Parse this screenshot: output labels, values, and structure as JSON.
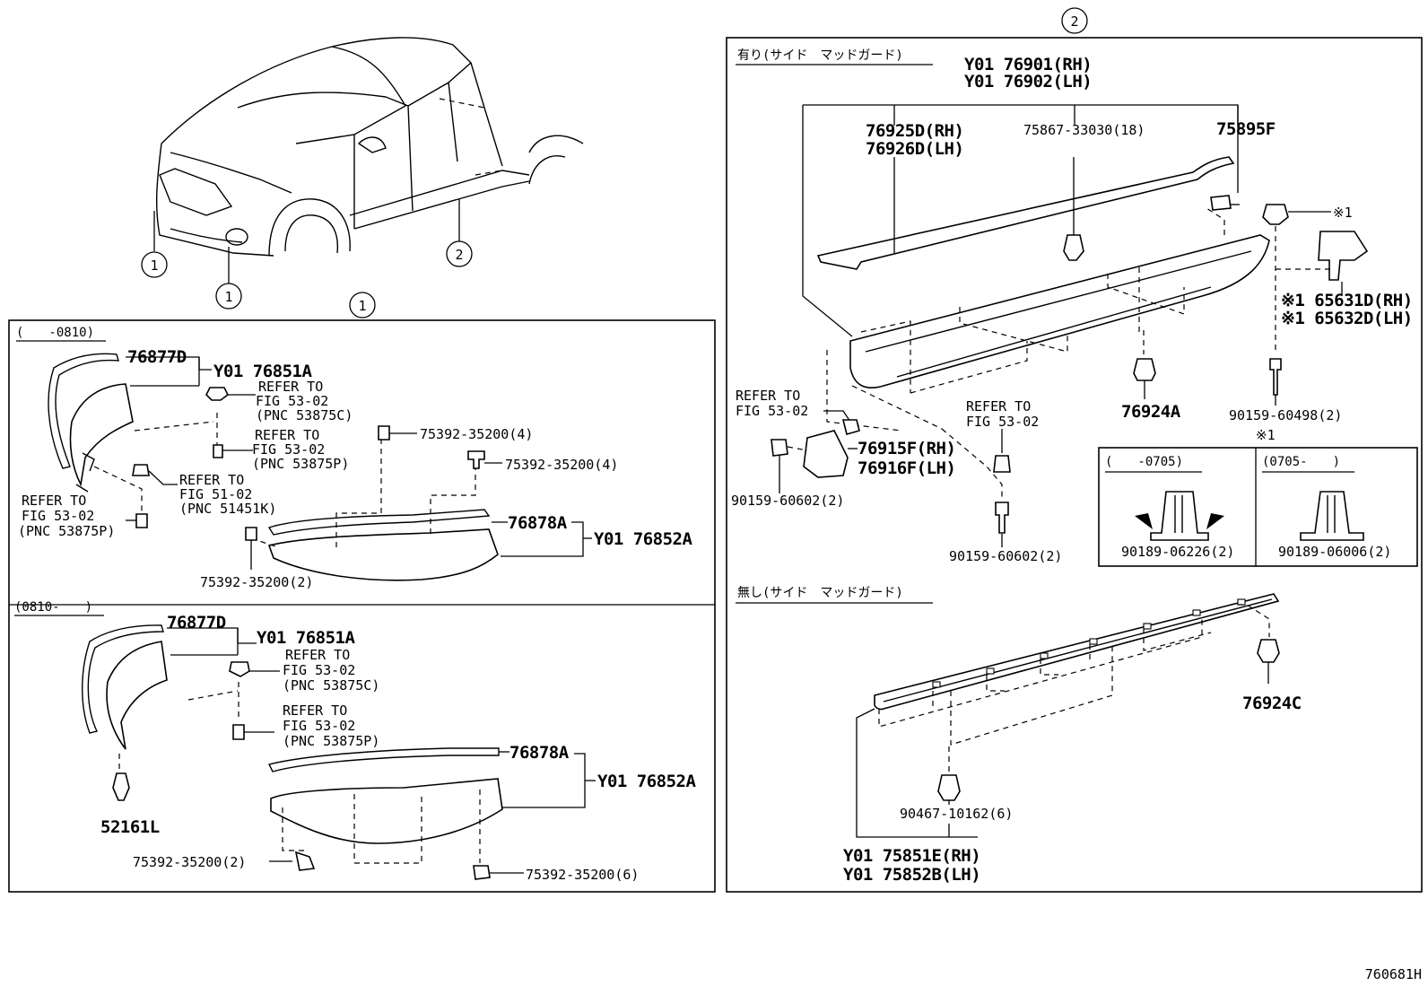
{
  "callouts": {
    "one": "1",
    "two": "2"
  },
  "footer": {
    "figure_id": "760681H"
  },
  "left_panel": {
    "upper_header": "(　　-0810)",
    "lower_header": "(0810-　　)",
    "upper": {
      "p_76877d": "76877D",
      "p_y01_76851a": "Y01 76851A",
      "ref1": [
        "REFER TO",
        "FIG 53-02",
        "(PNC 53875C)"
      ],
      "ref2": [
        "REFER TO",
        "FIG 53-02",
        "(PNC 53875P)"
      ],
      "ref3": [
        "REFER TO",
        "FIG 51-02",
        "(PNC 51451K)"
      ],
      "ref4": [
        "REFER TO",
        "FIG 53-02",
        "(PNC 53875P)"
      ],
      "clip_a": "75392-35200(4)",
      "clip_b": "75392-35200(4)",
      "clip_c": "75392-35200(2)",
      "p_76878a": "76878A",
      "p_y01_76852a": "Y01 76852A"
    },
    "lower": {
      "p_76877d": "76877D",
      "p_y01_76851a": "Y01 76851A",
      "ref1": [
        "REFER TO",
        "FIG 53-02",
        "(PNC 53875C)"
      ],
      "ref2": [
        "REFER TO",
        "FIG 53-02",
        "(PNC 53875P)"
      ],
      "p_52161l": "52161L",
      "p_76878a": "76878A",
      "p_y01_76852a": "Y01 76852A",
      "clip_a": "75392-35200(2)",
      "clip_b": "75392-35200(6)"
    }
  },
  "right_panel": {
    "with_header": "有り(サイド　マッドガード)",
    "without_header": "無し(サイド　マッドガード)",
    "with": {
      "assy_rh": "Y01 76901(RH)",
      "assy_lh": "Y01 76902(LH)",
      "p_76925d_rh": "76925D(RH)",
      "p_76926d_lh": "76926D(LH)",
      "screw": "75867-33030(18)",
      "p_75895f": "75895F",
      "mark1": "※1",
      "p_65631d": "※1 65631D(RH)",
      "p_65632d": "※1 65632D(LH)",
      "p_76924a": "76924A",
      "bolt_98": "90159-60498(2)",
      "ref_a": [
        "REFER TO",
        "FIG 53-02"
      ],
      "ref_b": [
        "REFER TO",
        "FIG 53-02"
      ],
      "p_76915f": "76915F(RH)",
      "p_76916f": "76916F(LH)",
      "bolt_02a": "90159-60602(2)",
      "bolt_02b": "90159-60602(2)"
    },
    "note": {
      "title": "※1",
      "left_header": "(　　-0705)",
      "right_header": "(0705-　　)",
      "left_part": "90189-06226(2)",
      "right_part": "90189-06006(2)"
    },
    "without": {
      "p_76924c": "76924C",
      "clip": "90467-10162(6)",
      "assy_rh": "Y01 75851E(RH)",
      "assy_lh": "Y01 75852B(LH)"
    }
  }
}
